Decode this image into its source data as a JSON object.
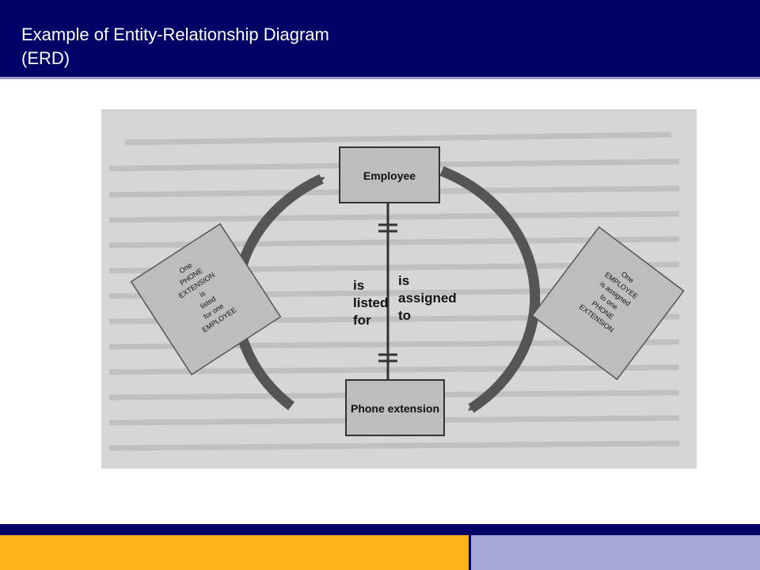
{
  "slide": {
    "title_line1": "Example of Entity-Relationship Diagram",
    "title_line2": "(ERD)"
  },
  "diagram": {
    "entities": {
      "employee": "Employee",
      "phone_extension": "Phone extension"
    },
    "relationship_labels": {
      "left": [
        "is",
        "listed",
        "for"
      ],
      "right": [
        "is",
        "assigned",
        "to"
      ]
    },
    "notes": {
      "left": [
        "One",
        "PHONE",
        "EXTENSION",
        "is",
        "listed",
        "for one",
        "EMPLOYEE"
      ],
      "right": [
        "One",
        "EMPLOYEE",
        "is assigned",
        "to one",
        "PHONE",
        "EXTENSION"
      ]
    }
  },
  "colors": {
    "header": "#000066",
    "accent_orange": "#ffb31a",
    "accent_blue": "#a8a8d8"
  }
}
